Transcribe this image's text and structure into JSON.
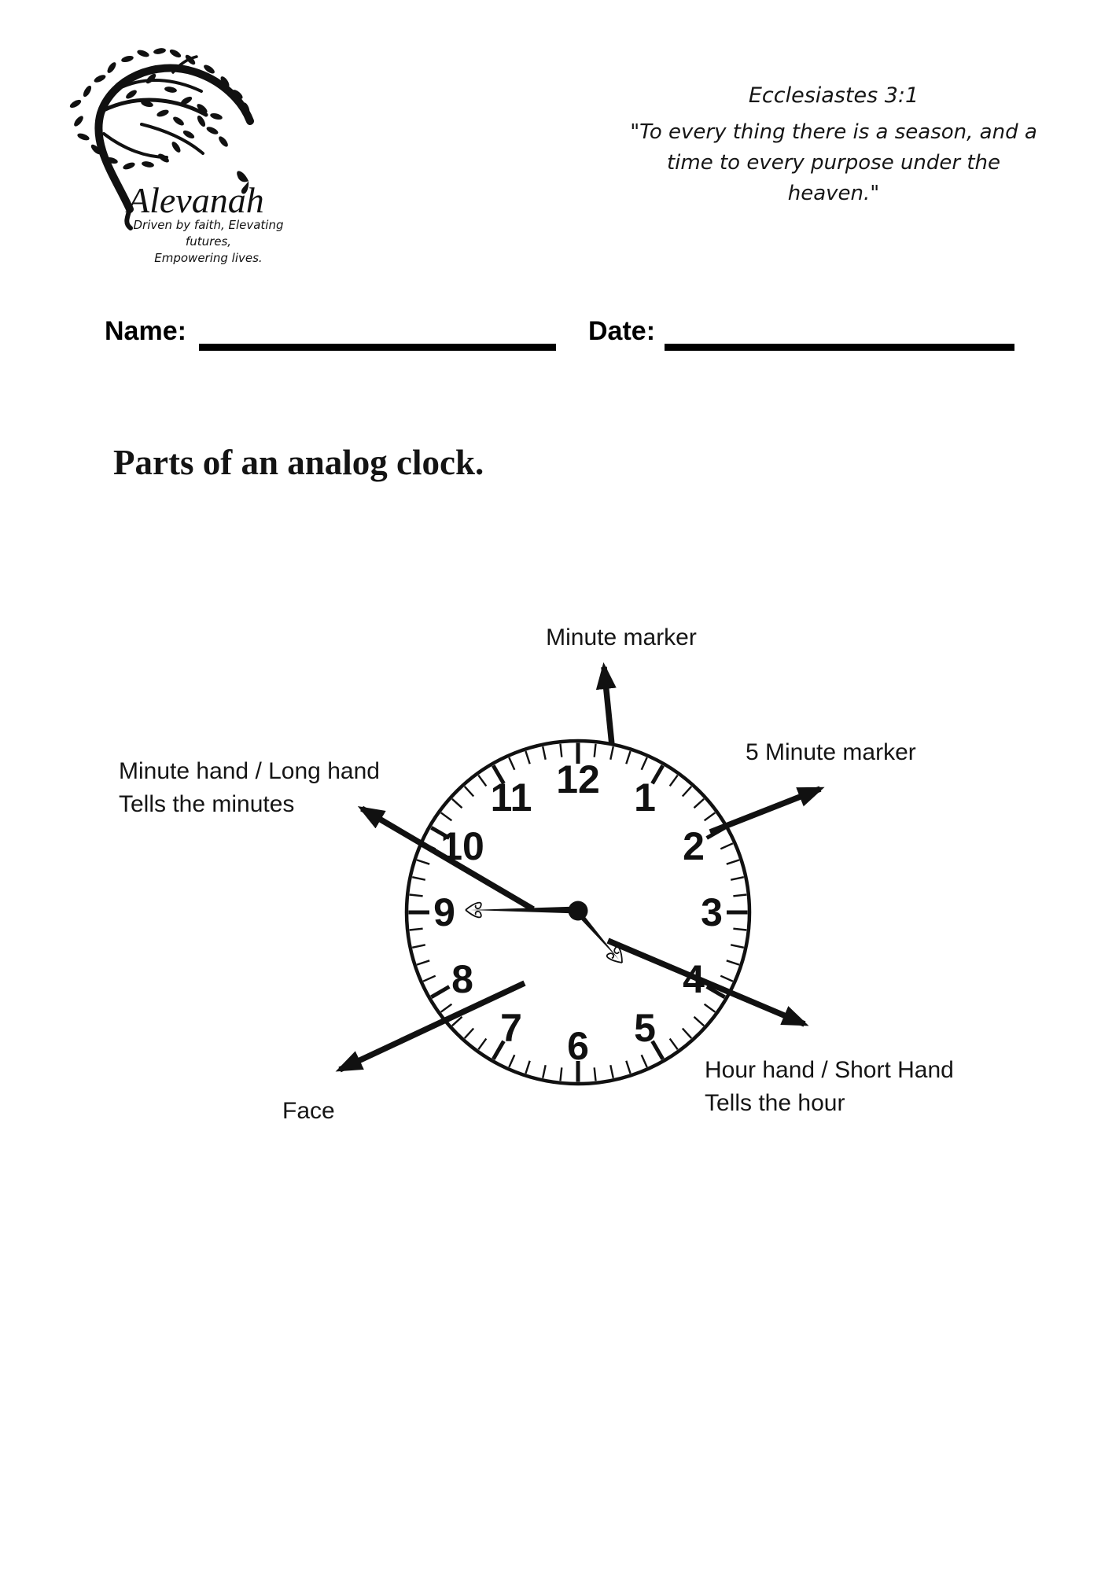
{
  "header": {
    "logo": {
      "brand": "Alevanah",
      "tagline_line1": "Driven by faith, Elevating futures,",
      "tagline_line2": "Empowering lives.",
      "tree_icon": "tree-with-leaves",
      "butterfly_icon": "butterfly"
    },
    "verse": {
      "reference": "Ecclesiastes 3:1",
      "quote_line1": "\"To every thing there is a season, and a",
      "quote_line2": "time to every purpose under the heaven.\""
    }
  },
  "form": {
    "name_label": "Name:",
    "date_label": "Date:"
  },
  "title": "Parts of an analog clock.",
  "diagram": {
    "clock": {
      "numbers": [
        "12",
        "1",
        "2",
        "3",
        "4",
        "5",
        "6",
        "7",
        "8",
        "9",
        "10",
        "11"
      ],
      "minute_hand_points_to": "9",
      "hour_hand_points_to": "between 4 and 5"
    },
    "labels": {
      "minute_marker": "Minute marker",
      "five_minute_marker": "5 Minute marker",
      "minute_hand_line1": "Minute hand / Long hand",
      "minute_hand_line2": "Tells the minutes",
      "hour_hand_line1": "Hour hand / Short Hand",
      "hour_hand_line2": "Tells the hour",
      "face": "Face"
    }
  }
}
